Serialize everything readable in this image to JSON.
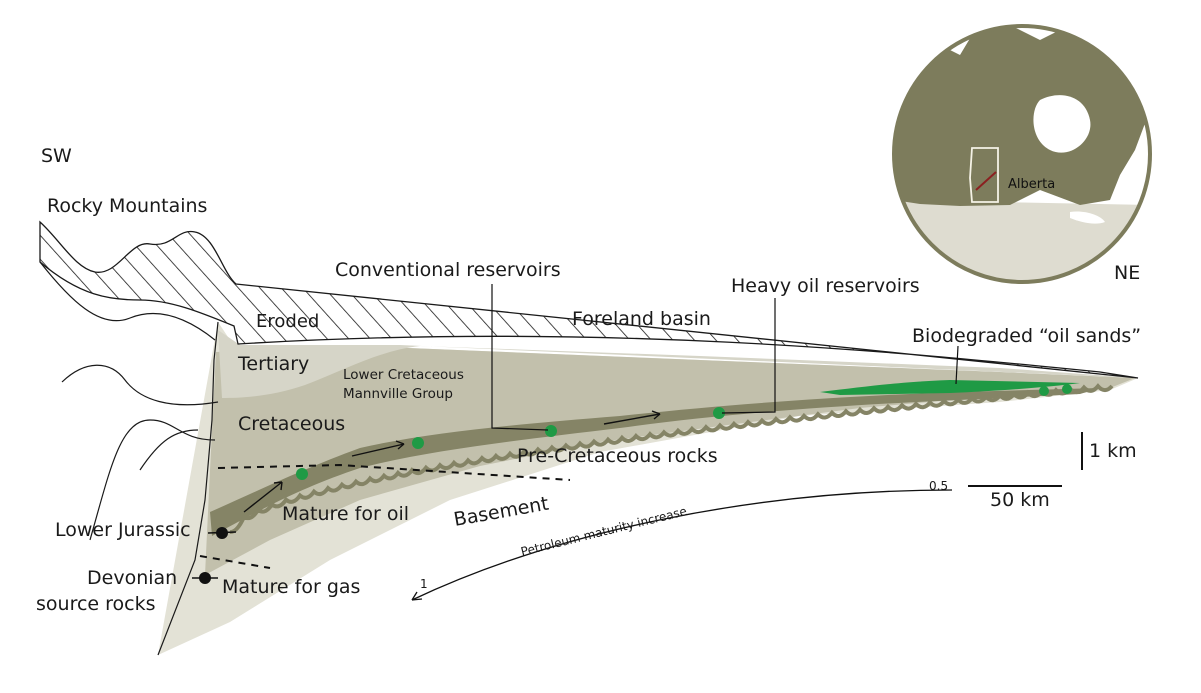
{
  "direction_labels": {
    "sw": "SW",
    "ne": "NE"
  },
  "labels": {
    "rocky_mountains": "Rocky Mountains",
    "eroded": "Eroded",
    "tertiary": "Tertiary",
    "cretaceous": "Cretaceous",
    "foreland_basin": "Foreland basin",
    "conventional_reservoirs": "Conventional reservoirs",
    "heavy_oil_reservoirs": "Heavy oil reservoirs",
    "biodegraded_oil_sands": "Biodegraded “oil sands”",
    "lower_cretaceous_line1": "Lower Cretaceous",
    "lower_cretaceous_line2": "Mannville Group",
    "pre_cretaceous_rocks": "Pre-Cretaceous rocks",
    "basement": "Basement",
    "mature_for_oil": "Mature for oil",
    "mature_for_gas": "Mature for gas",
    "lower_jurassic": "Lower Jurassic",
    "devonian_line1": "Devonian",
    "devonian_line2": "source rocks",
    "petroleum_maturity": "Petroleum maturity increase",
    "maturity_start": "0.5",
    "maturity_end": "1"
  },
  "scale": {
    "vertical": "1 km",
    "horizontal": "50 km"
  },
  "inset_map": {
    "province_label": "Alberta"
  },
  "colors": {
    "basement": "#e3e2d6",
    "tertiary": "#d6d5c8",
    "cretaceous": "#c2c0ac",
    "mannville": "#858466",
    "oil_sands": "#1f9a45",
    "reservoir_dot": "#1f9a45",
    "source_dot": "#111111",
    "map_land": "#7d7c5c",
    "map_ocean": "#ffffff",
    "map_usa": "#dedcd0",
    "section_line": "#8b2020"
  }
}
